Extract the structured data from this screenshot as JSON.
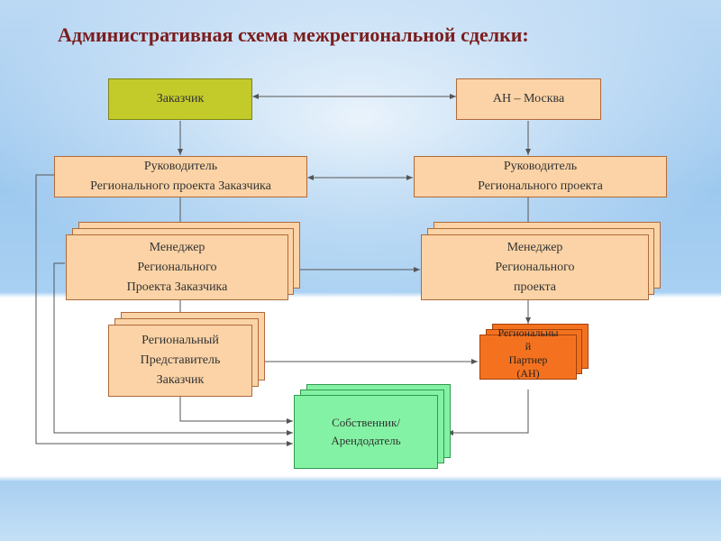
{
  "title": "Административная схема межрегиональной сделки:",
  "nodes": {
    "customer": "Заказчик",
    "an_moscow": "АН – Москва",
    "head_customer": "Руководитель\nРегионального проекта Заказчика",
    "head_project": "Руководитель\nРегионального проекта",
    "manager_customer": "Менеджер\nРегионального\nПроекта Заказчика",
    "manager_project": "Менеджер\nРегионального\nпроекта",
    "regional_rep": "Региональный\nПредставитель\nЗаказчик",
    "regional_partner": "Региональны\nй\nПартнер\n(АН)",
    "owner": "Собственник/\nАрендодатель"
  },
  "colors": {
    "box_fill": "#fbd3a6",
    "customer_fill": "#c3cb2a",
    "partner_fill": "#f4721f",
    "owner_fill": "#84f2a4",
    "title": "#7b1d1d"
  }
}
